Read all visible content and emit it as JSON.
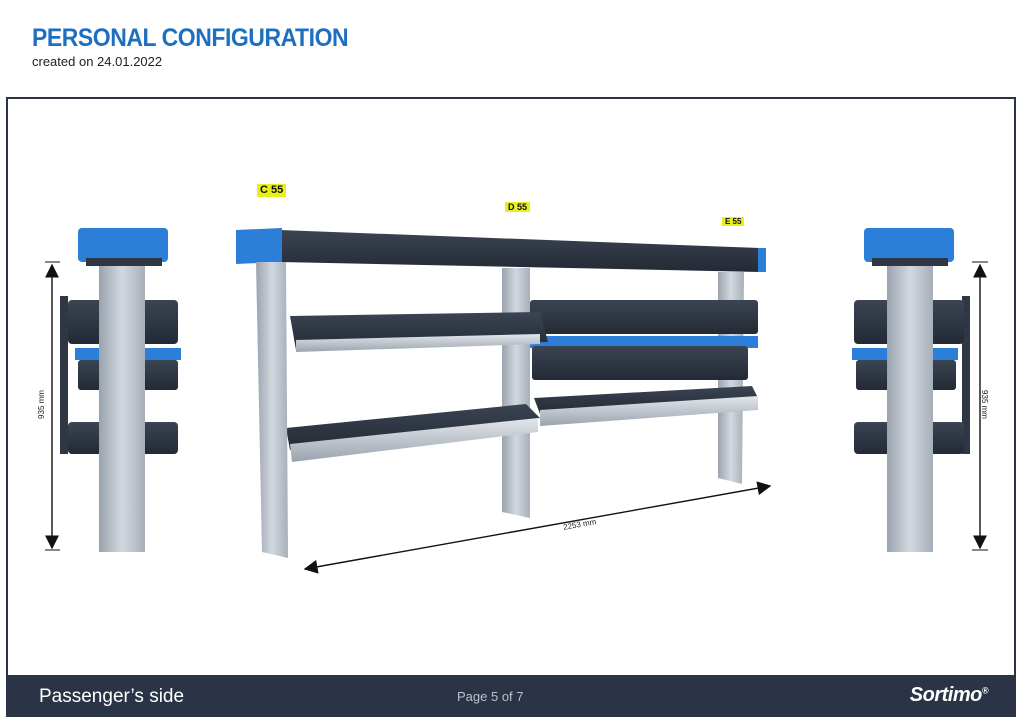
{
  "header": {
    "title": "PERSONAL CONFIGURATION",
    "subtitle": "created on 24.01.2022"
  },
  "labels": {
    "c": "C 55",
    "d": "D 55",
    "e": "E 55"
  },
  "dimensions": {
    "height_left": "935 mm",
    "height_right": "935 mm",
    "width": "2253 mm"
  },
  "footer": {
    "side": "Passenger’s side",
    "page": "Page 5 of 7",
    "brand": "Sortimo"
  },
  "colors": {
    "brand_blue": "#1f6fc0",
    "footer_bg": "#2a3446",
    "label_yellow": "#e8ef1c",
    "shelf_dark": "#2f3744",
    "upright_grey": "#b9c0ca",
    "accent_blue": "#2b7fd8"
  }
}
